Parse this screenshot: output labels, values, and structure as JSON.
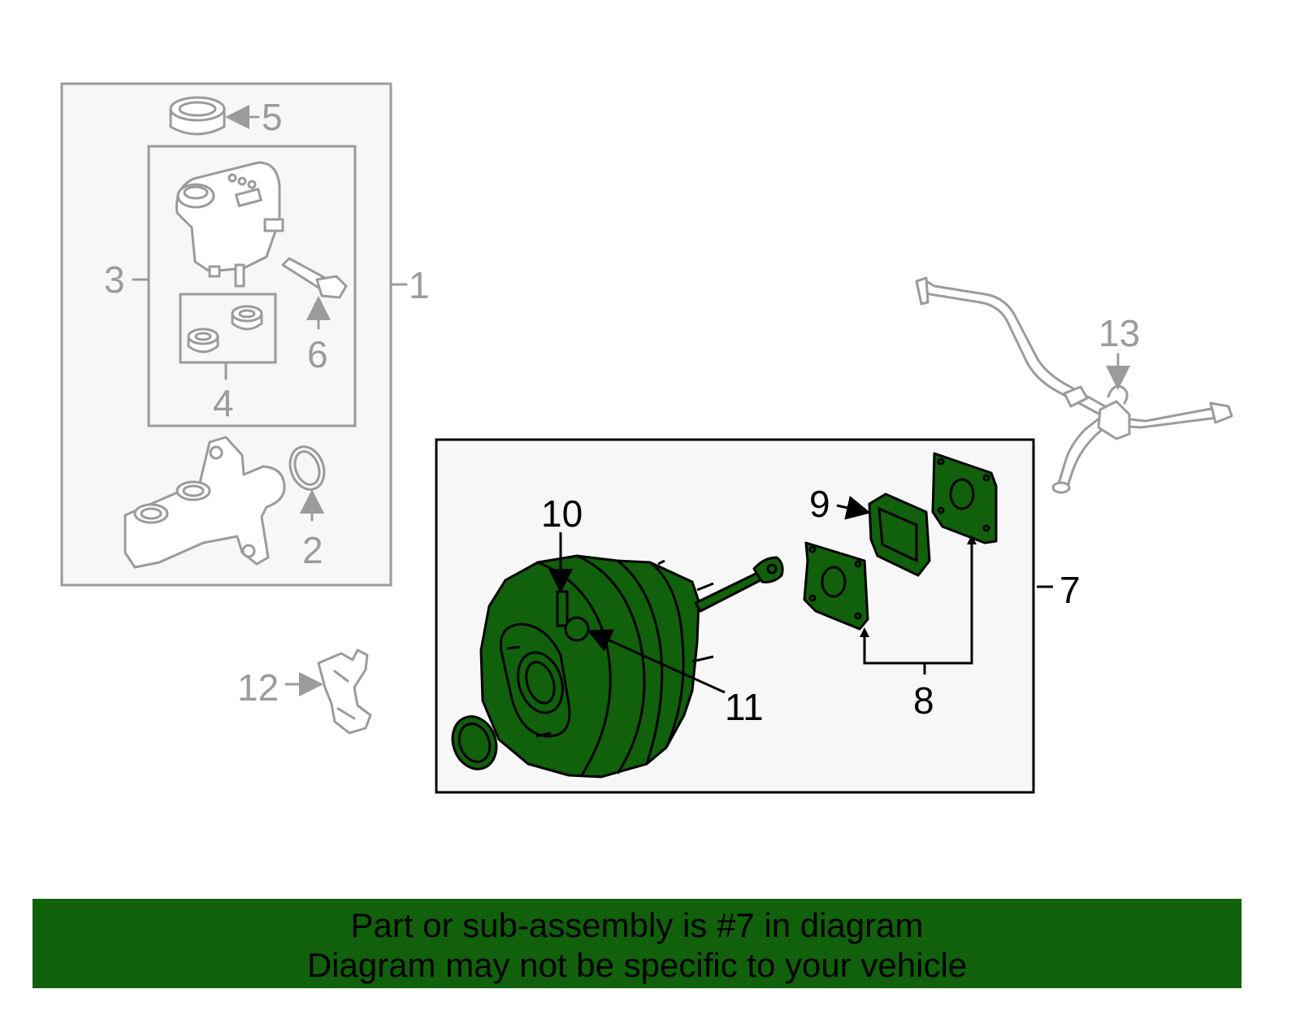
{
  "callouts": {
    "c1": "1",
    "c2": "2",
    "c3": "3",
    "c4": "4",
    "c5": "5",
    "c6": "6",
    "c7": "7",
    "c8": "8",
    "c9": "9",
    "c10": "10",
    "c11": "11",
    "c12": "12",
    "c13": "13"
  },
  "banner": {
    "line1": "Part or sub-assembly is #7 in diagram",
    "line2": "Diagram may not be specific to your vehicle"
  },
  "colors": {
    "highlight": "#11600b",
    "grey_line": "#9b9b9b",
    "panel_bg": "#f7f7f7"
  }
}
